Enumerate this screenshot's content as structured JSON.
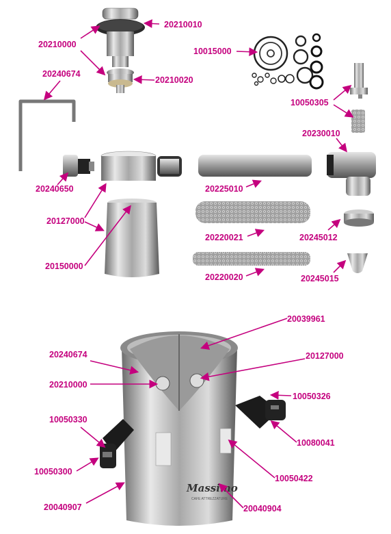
{
  "accent_color": "#c4007e",
  "top_labels": [
    {
      "id": "p20210010",
      "text": "20210010"
    },
    {
      "id": "p20210000",
      "text": "20210000"
    },
    {
      "id": "p20210020",
      "text": "20210020"
    },
    {
      "id": "p20240674",
      "text": "20240674"
    },
    {
      "id": "p10015000",
      "text": "10015000"
    },
    {
      "id": "p10050305",
      "text": "10050305"
    },
    {
      "id": "p20230010",
      "text": "20230010"
    },
    {
      "id": "p20240650",
      "text": "20240650"
    },
    {
      "id": "p20225010",
      "text": "20225010"
    },
    {
      "id": "p20127000",
      "text": "20127000"
    },
    {
      "id": "p20220021",
      "text": "20220021"
    },
    {
      "id": "p20245012",
      "text": "20245012"
    },
    {
      "id": "p20150000",
      "text": "20150000"
    },
    {
      "id": "p20220020",
      "text": "20220020"
    },
    {
      "id": "p20245015",
      "text": "20245015"
    }
  ],
  "bottom_labels": [
    {
      "id": "b20039961",
      "text": "20039961"
    },
    {
      "id": "b20240674",
      "text": "20240674"
    },
    {
      "id": "b20127000",
      "text": "20127000"
    },
    {
      "id": "b20210000",
      "text": "20210000"
    },
    {
      "id": "b10050326",
      "text": "10050326"
    },
    {
      "id": "b10050330",
      "text": "10050330"
    },
    {
      "id": "b10080041",
      "text": "10080041"
    },
    {
      "id": "b10050300",
      "text": "10050300"
    },
    {
      "id": "b10050422",
      "text": "10050422"
    },
    {
      "id": "b20040907",
      "text": "20040907"
    },
    {
      "id": "b20040904",
      "text": "20040904"
    }
  ],
  "brand_logo_text": "Massimo",
  "brand_logo_subtext": "CAFE ATTREZZATURE"
}
